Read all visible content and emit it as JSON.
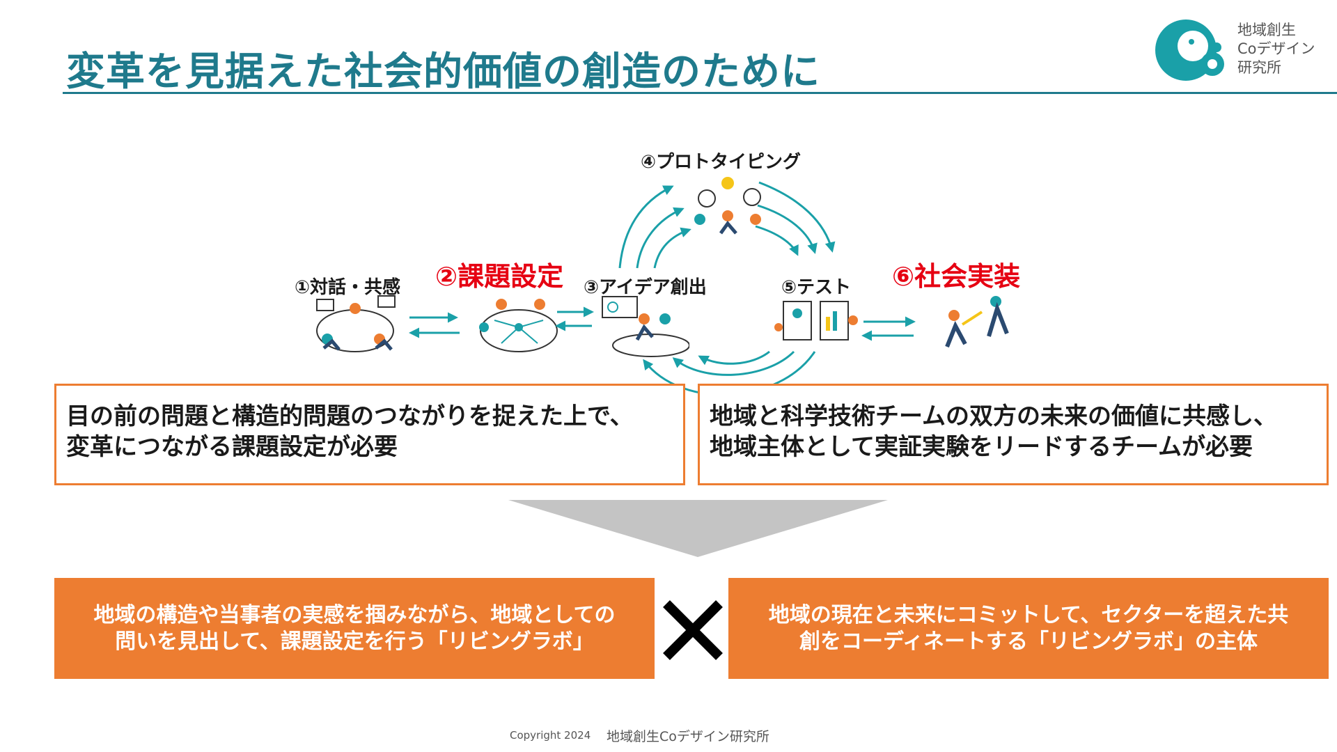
{
  "title": "変革を見据えた社会的価値の創造のために",
  "logo": {
    "line1": "地域創生",
    "line2": "Coデザイン",
    "line3": "研究所"
  },
  "steps": {
    "s1": "①対話・共感",
    "s2": "②課題設定",
    "s3": "③アイデア創出",
    "s4": "④プロトタイピング",
    "s5": "⑤テスト",
    "s6": "⑥社会実装"
  },
  "box_left": {
    "line1": "目の前の問題と構造的問題のつながりを捉えた上で、",
    "line2": "変革につながる課題設定が必要"
  },
  "box_right": {
    "line1": "地域と科学技術チームの双方の未来の価値に共感し、",
    "line2": "地域主体として実証実験をリードするチームが必要"
  },
  "bottom_left": {
    "line1": "地域の構造や当事者の実感を掴みながら、地域としての",
    "line2": "問いを見出して、課題設定を行う「リビングラボ」"
  },
  "bottom_right": {
    "line1": "地域の現在と未来にコミットして、セクターを超えた共",
    "line2": "創をコーディネートする「リビングラボ」の主体"
  },
  "footer": {
    "copyright": "Copyright 2024",
    "org": "地域創生Coデザイン研究所"
  },
  "colors": {
    "title": "#1f7a8c",
    "accent_orange": "#ed7d31",
    "highlight_red": "#e60012",
    "teal": "#1aa0a8",
    "arrow_gray": "#c4c4c4"
  }
}
